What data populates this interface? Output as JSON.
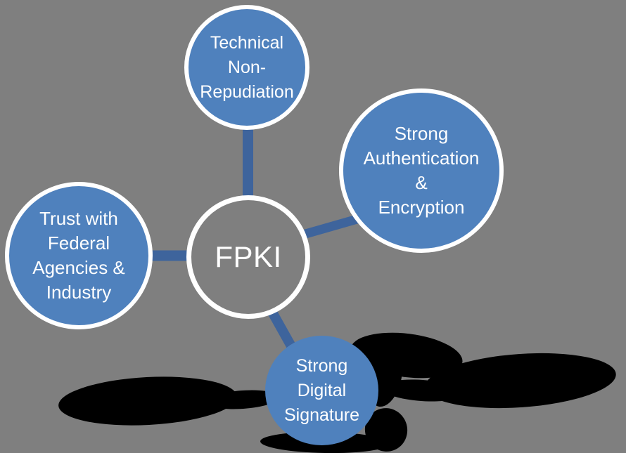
{
  "diagram": {
    "type": "radial-hub",
    "hub": {
      "label": "FPKI"
    },
    "nodes": [
      {
        "id": "technical-non-repudiation",
        "position": "top",
        "lines": [
          "Technical",
          "Non-",
          "Repudiation"
        ]
      },
      {
        "id": "strong-authentication-encryption",
        "position": "right",
        "lines": [
          "Strong",
          "Authentication",
          "&",
          "Encryption"
        ]
      },
      {
        "id": "trust-with-federal-agencies-industry",
        "position": "left",
        "lines": [
          "Trust with",
          "Federal",
          "Agencies &",
          "Industry"
        ]
      },
      {
        "id": "strong-digital-signature",
        "position": "bottom",
        "lines": [
          "Strong",
          "Digital",
          "Signature"
        ]
      }
    ],
    "colors": {
      "background": "#7F7F7F",
      "node_fill": "#4F81BD",
      "node_border": "#FFFFFF",
      "connector": "#3E649C",
      "hub_fill": "#7F7F7F",
      "hub_border": "#FFFFFF",
      "label_text": "#FFFFFF",
      "shadow_blob": "#000000"
    }
  }
}
